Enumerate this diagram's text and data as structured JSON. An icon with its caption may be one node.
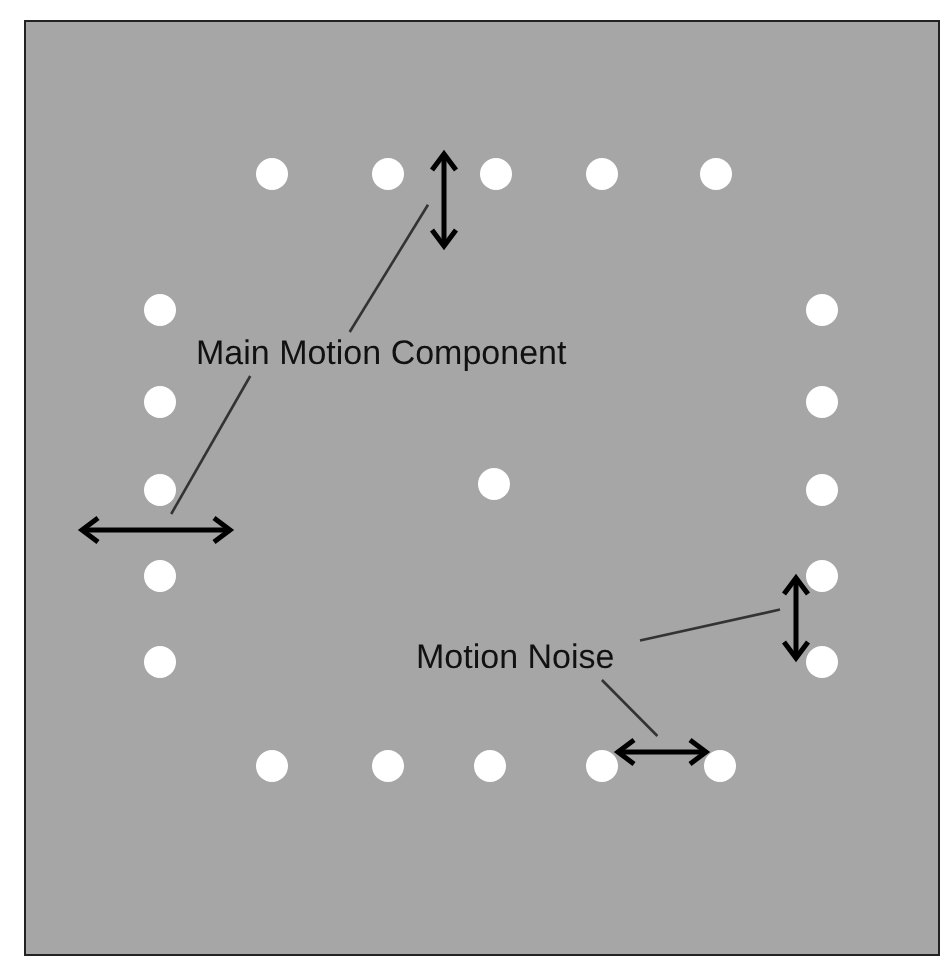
{
  "diagram": {
    "nodes": [
      {
        "text": [
          "Main Motion Component"
        ]
      },
      {
        "text": [
          "Motion Noise"
        ]
      },
      {
        "text": [],
        "shape": "arrow"
      },
      {
        "text": [],
        "shape": "arrow"
      },
      {
        "text": [],
        "shape": "arrow"
      },
      {
        "text": [],
        "shape": "arrow"
      }
    ],
    "edges": [
      {
        "from": 0,
        "to": 2,
        "arrow": "none"
      },
      {
        "from": 0,
        "to": 3,
        "arrow": "none"
      },
      {
        "from": 1,
        "to": 4,
        "arrow": "none"
      },
      {
        "from": 1,
        "to": 5,
        "arrow": "none"
      }
    ]
  }
}
